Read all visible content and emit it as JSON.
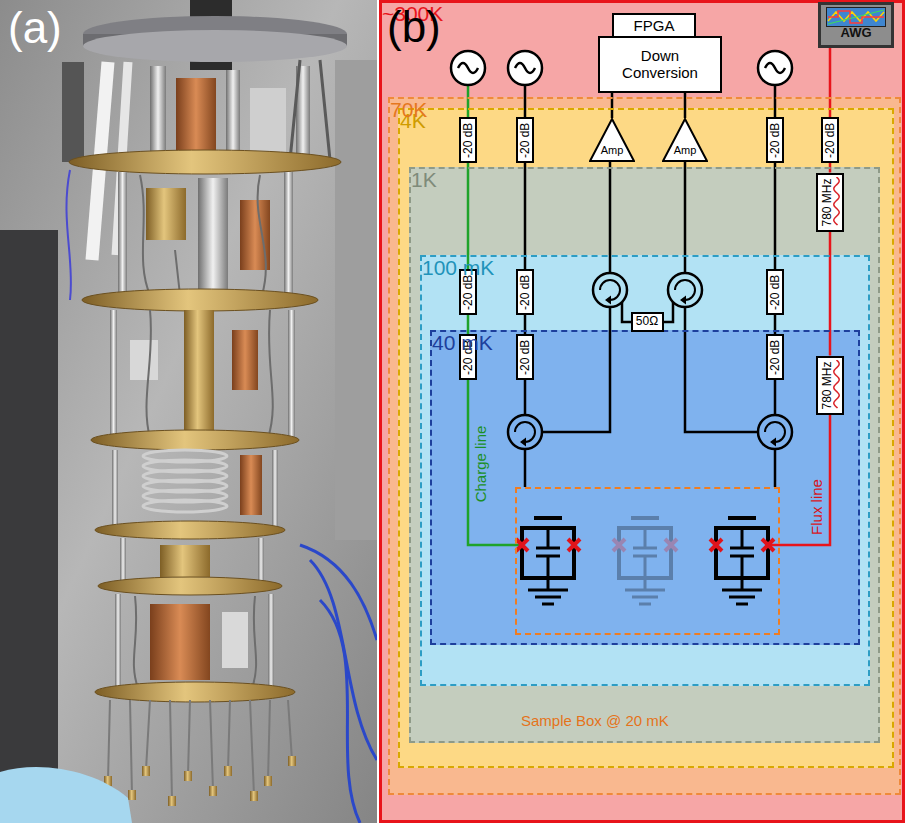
{
  "diagram": {
    "nodes": [
      {
        "text": [
          "~300K"
        ]
      },
      {
        "text": [
          "70K"
        ],
        "in": 0
      },
      {
        "text": [
          "4K"
        ],
        "in": 1
      },
      {
        "text": [
          "1K"
        ],
        "in": 2
      },
      {
        "text": [
          "100 mK"
        ],
        "in": 3
      },
      {
        "text": [
          "40 mK"
        ],
        "in": 4
      },
      {
        "text": [
          "Sample Box @ 20 mK"
        ],
        "in": 5
      },
      {
        "text": [
          "FPGA"
        ],
        "in": 0
      },
      {
        "text": [
          "Down Conversion"
        ],
        "in": 0
      },
      {
        "text": [
          "AWG"
        ],
        "in": 0
      },
      {
        "text": [
          "Amp"
        ],
        "in": 2
      },
      {
        "text": [
          "Amp"
        ],
        "in": 2
      },
      {
        "text": [
          "-20 dB"
        ],
        "in": 2
      },
      {
        "text": [
          "-20 dB"
        ],
        "in": 2
      },
      {
        "text": [
          "-20 dB"
        ],
        "in": 2
      },
      {
        "text": [
          "-20 dB"
        ],
        "in": 2
      },
      {
        "text": [
          "780 MHz"
        ],
        "in": 3
      },
      {
        "text": [
          "-20 dB"
        ],
        "in": 4
      },
      {
        "text": [
          "-20 dB"
        ],
        "in": 4
      },
      {
        "text": [
          "-20 dB"
        ],
        "in": 4
      },
      {
        "text": [
          "50Ω"
        ],
        "in": 4
      },
      {
        "text": [
          "-20 dB"
        ],
        "in": 5
      },
      {
        "text": [
          "-20 dB"
        ],
        "in": 5
      },
      {
        "text": [
          "-20 dB"
        ],
        "in": 5
      },
      {
        "text": [
          "780 MHz"
        ],
        "in": 5
      }
    ],
    "edges": [
      {
        "from": 10,
        "to": 8,
        "arrow": "none"
      },
      {
        "from": 11,
        "to": 8,
        "arrow": "none"
      },
      {
        "from": 12,
        "to": 17,
        "arrow": "none"
      },
      {
        "from": 17,
        "to": 21,
        "arrow": "none"
      },
      {
        "from": 13,
        "to": 18,
        "arrow": "none"
      },
      {
        "from": 18,
        "to": 22,
        "arrow": "none"
      },
      {
        "from": 14,
        "to": 19,
        "arrow": "none"
      },
      {
        "from": 19,
        "to": 23,
        "arrow": "none"
      },
      {
        "from": 15,
        "to": 16,
        "arrow": "none"
      },
      {
        "from": 16,
        "to": 24,
        "arrow": "none"
      }
    ],
    "labels": [
      "(a)",
      "(b)",
      "Charge line",
      "Flux line"
    ]
  }
}
